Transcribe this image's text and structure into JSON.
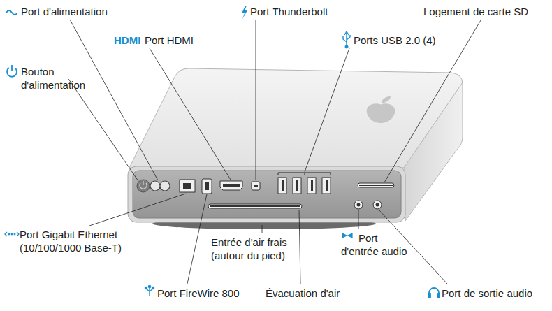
{
  "diagram": {
    "labels": [
      "Port d'alimentation",
      "Port Thunderbolt",
      "Logement de carte SD",
      "HDMI",
      "Port HDMI",
      "Ports USB 2.0 (4)",
      "Bouton d'alimentation",
      "Port Gigabit Ethernet (10/100/1000 Base-T)",
      "Entrée d'air frais (autour du pied)",
      "Port d'entrée audio",
      "Port FireWire 800",
      "Évacuation d'air",
      "Port de sortie audio"
    ]
  }
}
